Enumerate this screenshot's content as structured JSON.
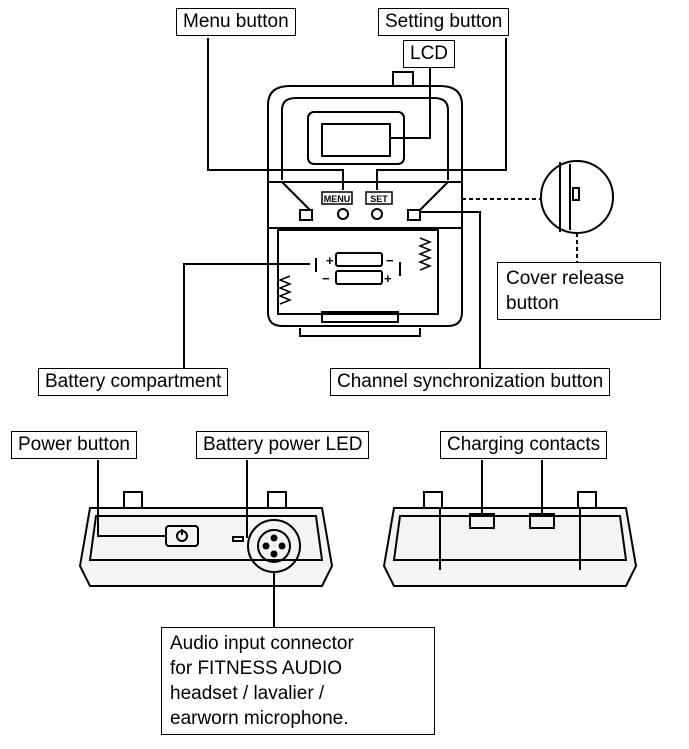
{
  "labels": {
    "menu_button": "Menu button",
    "setting_button": "Setting button",
    "lcd": "LCD",
    "cover_release_line1": "Cover release",
    "cover_release_line2": "button",
    "battery_compartment": "Battery compartment",
    "channel_sync": "Channel synchronization  button",
    "power_button": "Power button",
    "battery_power_led": "Battery power LED",
    "charging_contacts": "Charging contacts",
    "audio_line1": "Audio input connector",
    "audio_line2": "for FITNESS AUDIO",
    "audio_line3": "headset / lavalier /",
    "audio_line4": "earworn microphone."
  },
  "device_text": {
    "menu_key": "MENU",
    "set_key": "SET",
    "plus_top": "+",
    "minus_top": "−",
    "minus_bottom": "−",
    "plus_bottom": "+"
  },
  "colors": {
    "line": "#000000",
    "background": "#ffffff",
    "fill_light": "#f4f4f4"
  }
}
